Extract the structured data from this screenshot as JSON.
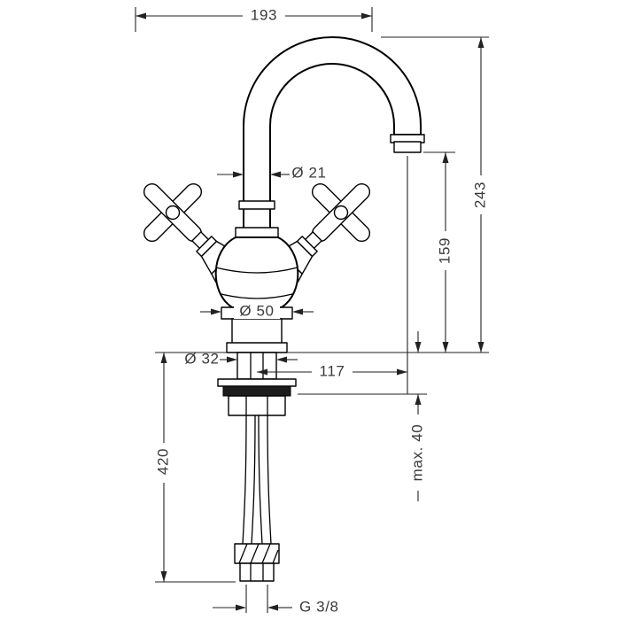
{
  "drawing": {
    "dimensions": {
      "top_width": "193",
      "spout_diameter": "Ø 21",
      "overall_height": "243",
      "outlet_height": "159",
      "base_diameter": "Ø 50",
      "shank_diameter": "Ø 32",
      "outlet_reach": "117",
      "hose_length": "420",
      "max_counter_thickness": "max. 40",
      "thread_size": "G 3/8"
    }
  }
}
